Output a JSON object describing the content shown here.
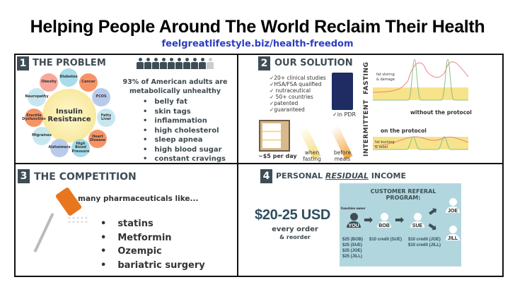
{
  "title": "Helping People Around The World Reclaim Their Health",
  "url": "feelgreatlifestyle.biz/health-freedom",
  "panel1": {
    "number": "1",
    "title": "THE PROBLEM",
    "center": "Insulin Resistance",
    "conditions": [
      "Diabetes",
      "Cancer",
      "PCOS",
      "Fatty Liver",
      "Heart Disease",
      "High Blood Pressure",
      "Alzheimers",
      "Migraines",
      "Erectile Dysfunction",
      "Neuropathy",
      "Obesity"
    ],
    "stat_line1": "93% of American adults are",
    "stat_line2": "metabolically unhealthy",
    "unhealthy_fraction": 0.9,
    "symptoms": [
      "belly fat",
      "skin tags",
      "inflammation",
      "high cholesterol",
      "sleep apnea",
      "high blood sugar",
      "constant cravings"
    ]
  },
  "panel2": {
    "number": "2",
    "title": "OUR SOLUTION",
    "checks": [
      "✓20+ clinical studies",
      "✓HSA/FSA qualified",
      "✓ nutraceutical",
      "✓ 50+ countries",
      "✓patented",
      "✓guaranteed"
    ],
    "pdr": "✓in PDR",
    "price": "~$5 per day",
    "when": "when fasting",
    "before": "before meals",
    "chart": {
      "axis_label": "INTERMITTENT  FASTING",
      "top_note": "fat storing & damage",
      "without": "without the protocol",
      "on": "on the protocol",
      "bottom_note": "fat burning & relief"
    }
  },
  "panel3": {
    "number": "3",
    "title": "THE COMPETITION",
    "intro": "many pharmaceuticals like...",
    "items": [
      "statins",
      "Metformin",
      "Ozempic",
      "bariatric surgery"
    ]
  },
  "panel4": {
    "number": "4",
    "title_pre": "PERSONAL ",
    "title_em": "RESIDUAL",
    "title_post": " INCOME",
    "amount": "$20-25 USD",
    "every": "every order",
    "reorder": "& reorder",
    "program_title": "CUSTOMER REFERAL PROGRAM:",
    "owner": "franchise owner",
    "people": [
      "YOU",
      "BOB",
      "SUE",
      "JOE",
      "JILL"
    ],
    "you_earn": [
      "$25 (BOB)",
      "$25 (SUE)",
      "$25 (JOE)",
      "$25 (JILL)"
    ],
    "bob_earn": "$10 credit (SUE)",
    "sue_earn": [
      "$10 credit (JOE)",
      "$10 credit (JILL)"
    ]
  },
  "colors": {
    "dark": "#3e4d55",
    "blue_box": "#b2d6de",
    "yellow": "#f6e38a",
    "link": "#2b3dbf"
  }
}
